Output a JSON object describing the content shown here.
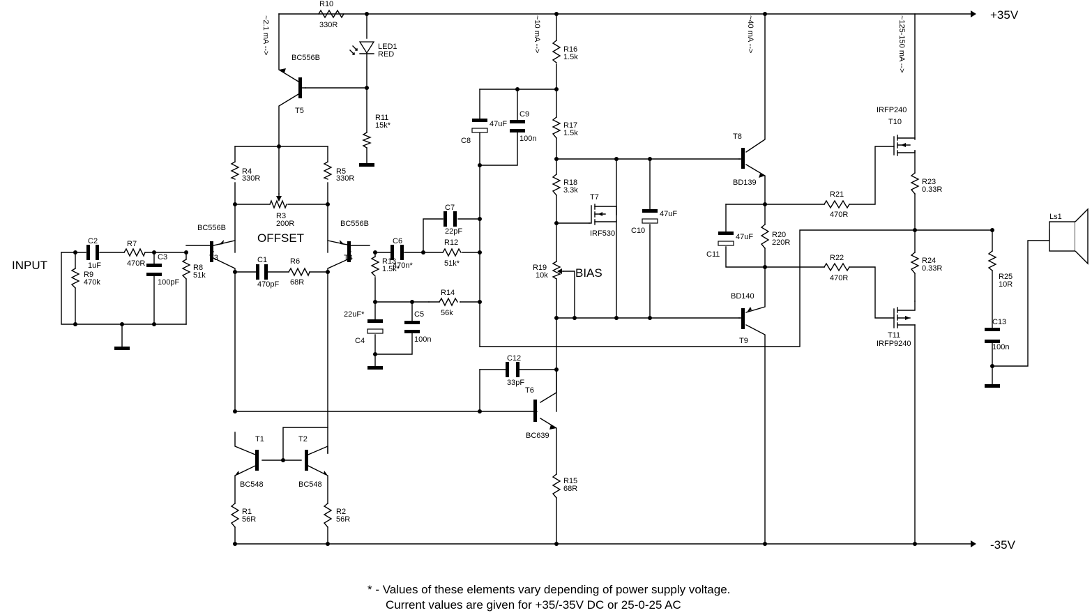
{
  "rails": {
    "pos": "+35V",
    "neg": "-35V"
  },
  "labels": {
    "input": "INPUT",
    "offset": "OFFSET",
    "bias": "BIAS"
  },
  "currents": {
    "t5": "~2.1 mA -->",
    "r16": "~10 mA -->",
    "t8": "~40 mA -->",
    "t10": "~125-150 mA -->"
  },
  "parts": {
    "R10": [
      "R10",
      "330R"
    ],
    "LED1": [
      "LED1",
      "RED"
    ],
    "T5": [
      "T5",
      "BC556B"
    ],
    "R11": [
      "R11",
      "15k*"
    ],
    "R4": [
      "R4",
      "330R"
    ],
    "R5": [
      "R5",
      "330R"
    ],
    "R3": [
      "R3",
      "200R"
    ],
    "T3": [
      "T3",
      "BC556B"
    ],
    "T4": [
      "T4",
      "BC556B"
    ],
    "C2": [
      "C2",
      "1uF"
    ],
    "R7": [
      "R7",
      "470R"
    ],
    "C3": [
      "C3",
      "100pF"
    ],
    "R8": [
      "R8",
      "51k"
    ],
    "R9": [
      "R9",
      "470k"
    ],
    "C1": [
      "C1",
      "470pF"
    ],
    "R6": [
      "R6",
      "68R"
    ],
    "C6": [
      "C6",
      "470n*"
    ],
    "C7": [
      "C7",
      "22pF"
    ],
    "R12": [
      "R12",
      "51k*"
    ],
    "R13": [
      "R13",
      "1.5k*"
    ],
    "R14": [
      "R14",
      "56k"
    ],
    "C4": [
      "C4",
      "22uF*"
    ],
    "C5": [
      "C5",
      "100n"
    ],
    "C8": [
      "C8",
      "47uF"
    ],
    "C9": [
      "C9",
      "100n"
    ],
    "R16": [
      "R16",
      "1.5k"
    ],
    "R17": [
      "R17",
      "1.5k"
    ],
    "R18": [
      "R18",
      "3.3k"
    ],
    "R19": [
      "R19",
      "10k"
    ],
    "T7": [
      "T7",
      "IRF530"
    ],
    "C10": [
      "C10",
      "47uF"
    ],
    "C12": [
      "C12",
      "33pF"
    ],
    "T6": [
      "T6",
      "BC639"
    ],
    "R15": [
      "R15",
      "68R"
    ],
    "T1": [
      "T1",
      "BC548"
    ],
    "T2": [
      "T2",
      "BC548"
    ],
    "R1": [
      "R1",
      "56R"
    ],
    "R2": [
      "R2",
      "56R"
    ],
    "T8": [
      "T8",
      "BD139"
    ],
    "T9": [
      "T9",
      "BD140"
    ],
    "C11": [
      "C11",
      "47uF"
    ],
    "R20": [
      "R20",
      "220R"
    ],
    "R21": [
      "R21",
      "470R"
    ],
    "R22": [
      "R22",
      "470R"
    ],
    "T10": [
      "T10",
      "IRFP240"
    ],
    "T11": [
      "T11",
      "IRFP9240"
    ],
    "R23": [
      "R23",
      "0.33R"
    ],
    "R24": [
      "R24",
      "0.33R"
    ],
    "R25": [
      "R25",
      "10R"
    ],
    "C13": [
      "C13",
      "100n"
    ],
    "Ls1": [
      "Ls1",
      ""
    ]
  },
  "note": {
    "line1": "* - Values of these elements vary depending of power supply voltage.",
    "line2": "Current values are given for +35/-35V DC or 25-0-25 AC"
  }
}
